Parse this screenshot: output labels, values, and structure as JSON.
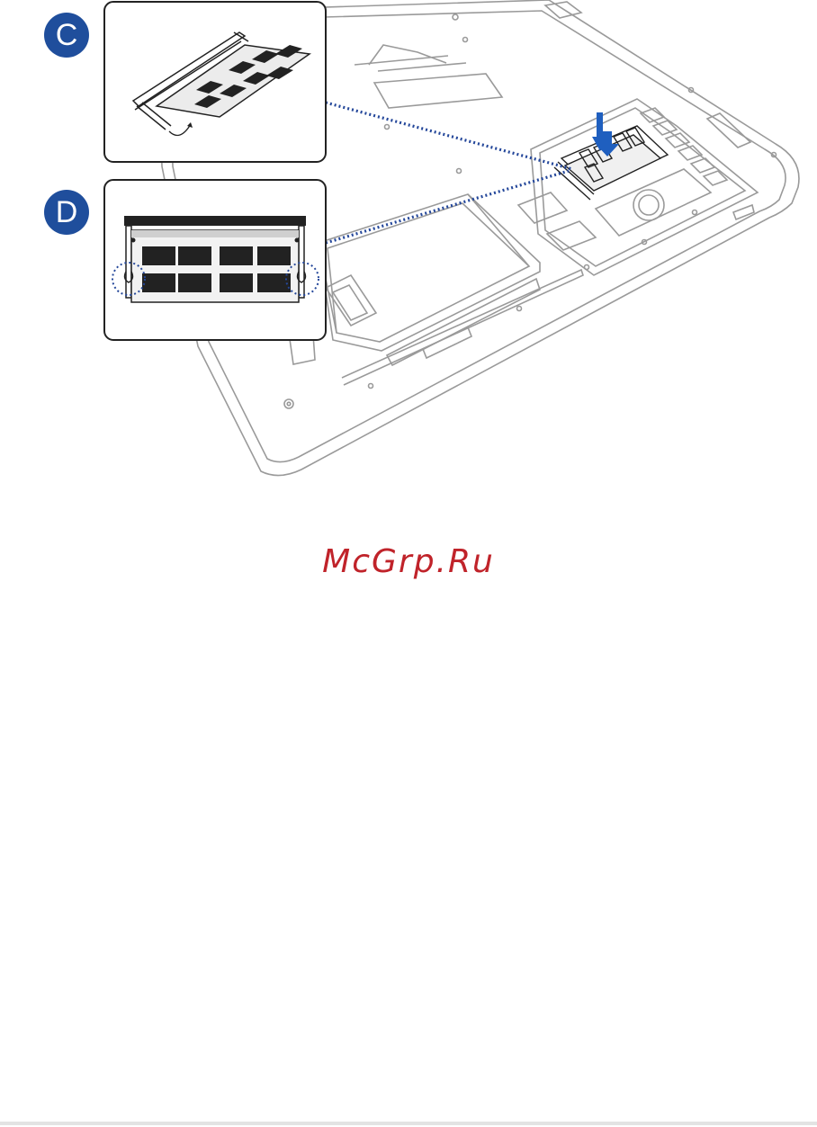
{
  "steps": [
    {
      "label": "C"
    },
    {
      "label": "D"
    }
  ],
  "watermark": {
    "text": "McGrp.Ru"
  },
  "colors": {
    "badge": "#1f4e9c",
    "callout_line": "#24479a",
    "arrow": "#1f5fbf",
    "line_art": "#9a9a9a",
    "chip": "#222222",
    "watermark": "#c0232a"
  }
}
